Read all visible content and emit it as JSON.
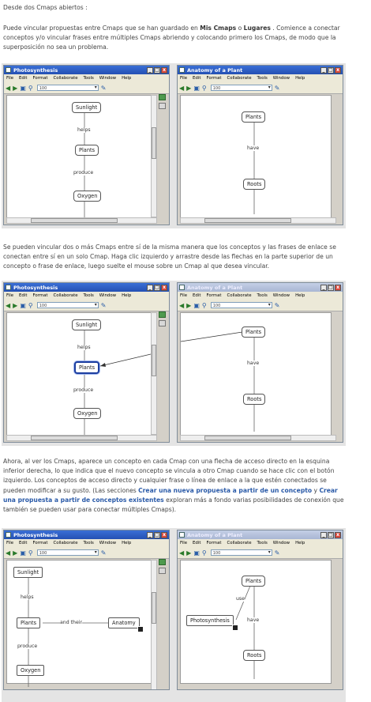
{
  "texts": {
    "intro": "Desde dos Cmaps abiertos :",
    "p1_a": "Puede vincular propuestas entre Cmaps que se han guardado en ",
    "p1_b": "Mis Cmaps",
    "p1_c": " o ",
    "p1_d": "Lugares",
    "p1_e": " . Comience a conectar conceptos y/o vincular frases entre múltiples Cmaps abriendo y colocando primero los Cmaps, de modo que la superposición no sea un problema.",
    "p2": "Se pueden vincular dos o más Cmaps entre sí de la misma manera que los conceptos y las frases de enlace se conectan entre sí en un solo Cmap. Haga clic izquierdo y arrastre desde las flechas en la parte superior de un concepto o frase de enlace, luego suelte el mouse sobre un Cmap al que desea vincular.",
    "p3_a": "Ahora, al ver los Cmaps, aparece un concepto en cada Cmap con una flecha de acceso directo en la esquina inferior derecha, lo que indica que el nuevo concepto se vincula a otro Cmap cuando se hace clic con el botón izquierdo. Los conceptos de acceso directo y cualquier frase o línea de enlace a la que estén conectados se pueden modificar a su gusto. (Las secciones ",
    "p3_b": "Crear una nueva propuesta a partir de un concepto",
    "p3_c": " y ",
    "p3_d": "Crear una propuesta a partir de conceptos existentes",
    "p3_e": " exploran más a fondo varias posibilidades de conexión que también se pueden usar para conectar múltiples Cmaps)."
  },
  "window": {
    "menu": [
      "File",
      "Edit",
      "Format",
      "Collaborate",
      "Tools",
      "Window",
      "Help"
    ],
    "zoom": "100",
    "min": "_",
    "max": "□",
    "close": "x"
  },
  "windows": {
    "photo": {
      "title": "Photosynthesis"
    },
    "plant": {
      "title": "Anatomy of a Plant"
    }
  },
  "concepts": {
    "sunlight": "Sunlight",
    "plants": "Plants",
    "oxygen": "Oxygen",
    "roots": "Roots",
    "anatomy": "Anatomy",
    "photosynthesis": "Photosynthesis"
  },
  "links": {
    "helps": "helps",
    "produce": "produce",
    "have": "have",
    "and_their": "and their",
    "use": "use"
  },
  "colors": {
    "title_active": "#2450b3",
    "title_inactive": "#a9b6d3",
    "link_text": "#2a5aa8"
  }
}
